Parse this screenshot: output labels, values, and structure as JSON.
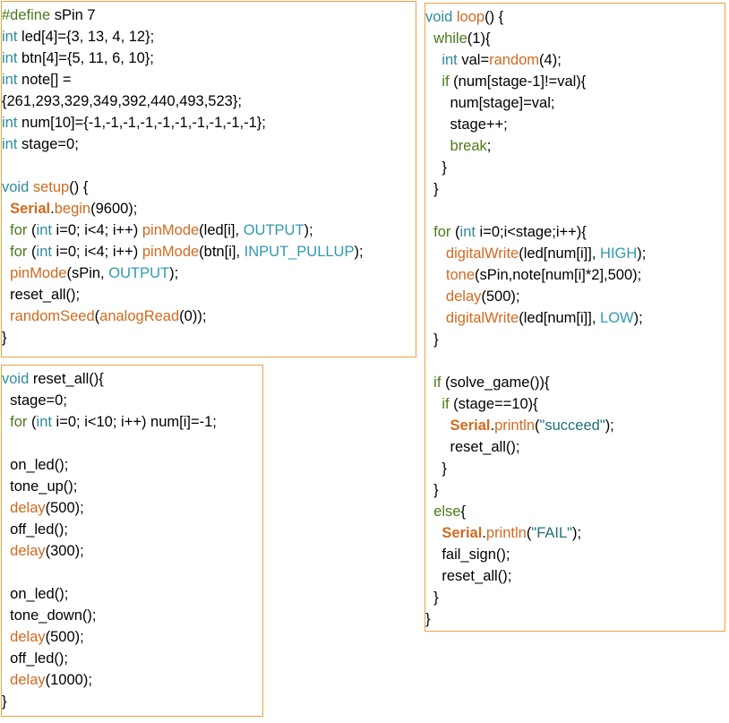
{
  "code_blocks": [
    {
      "id": "globals",
      "lines": [
        [
          [
            "pre",
            "#define"
          ],
          [
            "plain",
            " sPin 7"
          ]
        ],
        [
          [
            "type",
            "int"
          ],
          [
            "plain",
            " led[4]={3, 13, 4, 12};"
          ]
        ],
        [
          [
            "type",
            "int"
          ],
          [
            "plain",
            " btn[4]={5, 11, 6, 10};"
          ]
        ],
        [
          [
            "type",
            "int"
          ],
          [
            "plain",
            " note[] ="
          ]
        ],
        [
          [
            "plain",
            "{261,293,329,349,392,440,493,523};"
          ]
        ],
        [
          [
            "type",
            "int"
          ],
          [
            "plain",
            " num[10]={-1,-1,-1,-1,-1,-1,-1,-1,-1,-1};"
          ]
        ],
        [
          [
            "type",
            "int"
          ],
          [
            "plain",
            " stage=0;"
          ]
        ],
        [],
        [
          [
            "type",
            "void"
          ],
          [
            "plain",
            " "
          ],
          [
            "func",
            "setup"
          ],
          [
            "plain",
            "() {"
          ]
        ],
        [
          [
            "plain",
            "  "
          ],
          [
            "obj",
            "Serial"
          ],
          [
            "plain",
            "."
          ],
          [
            "func",
            "begin"
          ],
          [
            "plain",
            "(9600);"
          ]
        ],
        [
          [
            "plain",
            "  "
          ],
          [
            "ctrl",
            "for"
          ],
          [
            "plain",
            " ("
          ],
          [
            "type",
            "int"
          ],
          [
            "plain",
            " i=0; i<4; i++) "
          ],
          [
            "func",
            "pinMode"
          ],
          [
            "plain",
            "(led[i], "
          ],
          [
            "const",
            "OUTPUT"
          ],
          [
            "plain",
            ");"
          ]
        ],
        [
          [
            "plain",
            "  "
          ],
          [
            "ctrl",
            "for"
          ],
          [
            "plain",
            " ("
          ],
          [
            "type",
            "int"
          ],
          [
            "plain",
            " i=0; i<4; i++) "
          ],
          [
            "func",
            "pinMode"
          ],
          [
            "plain",
            "(btn[i], "
          ],
          [
            "const",
            "INPUT_PULLUP"
          ],
          [
            "plain",
            ");"
          ]
        ],
        [
          [
            "plain",
            "  "
          ],
          [
            "func",
            "pinMode"
          ],
          [
            "plain",
            "(sPin, "
          ],
          [
            "const",
            "OUTPUT"
          ],
          [
            "plain",
            ");"
          ]
        ],
        [
          [
            "plain",
            "  reset_all();"
          ]
        ],
        [
          [
            "plain",
            "  "
          ],
          [
            "func",
            "randomSeed"
          ],
          [
            "plain",
            "("
          ],
          [
            "func",
            "analogRead"
          ],
          [
            "plain",
            "(0));"
          ]
        ],
        [
          [
            "plain",
            "}"
          ]
        ]
      ]
    },
    {
      "id": "reset",
      "lines": [
        [
          [
            "type",
            "void"
          ],
          [
            "plain",
            " reset_all(){"
          ]
        ],
        [
          [
            "plain",
            "  stage=0;"
          ]
        ],
        [
          [
            "plain",
            "  "
          ],
          [
            "ctrl",
            "for"
          ],
          [
            "plain",
            " ("
          ],
          [
            "type",
            "int"
          ],
          [
            "plain",
            " i=0; i<10; i++) num[i]=-1;"
          ]
        ],
        [],
        [
          [
            "plain",
            "  on_led();"
          ]
        ],
        [
          [
            "plain",
            "  tone_up();"
          ]
        ],
        [
          [
            "plain",
            "  "
          ],
          [
            "func",
            "delay"
          ],
          [
            "plain",
            "(500);"
          ]
        ],
        [
          [
            "plain",
            "  off_led();"
          ]
        ],
        [
          [
            "plain",
            "  "
          ],
          [
            "func",
            "delay"
          ],
          [
            "plain",
            "(300);"
          ]
        ],
        [],
        [
          [
            "plain",
            "  on_led();"
          ]
        ],
        [
          [
            "plain",
            "  tone_down();"
          ]
        ],
        [
          [
            "plain",
            "  "
          ],
          [
            "func",
            "delay"
          ],
          [
            "plain",
            "(500);"
          ]
        ],
        [
          [
            "plain",
            "  off_led();"
          ]
        ],
        [
          [
            "plain",
            "  "
          ],
          [
            "func",
            "delay"
          ],
          [
            "plain",
            "(1000);"
          ]
        ],
        [
          [
            "plain",
            "}"
          ]
        ]
      ]
    },
    {
      "id": "loop",
      "lines": [
        [
          [
            "type",
            "void"
          ],
          [
            "plain",
            " "
          ],
          [
            "func",
            "loop"
          ],
          [
            "plain",
            "() {"
          ]
        ],
        [
          [
            "plain",
            "  "
          ],
          [
            "ctrl",
            "while"
          ],
          [
            "plain",
            "(1){"
          ]
        ],
        [
          [
            "plain",
            "    "
          ],
          [
            "type",
            "int"
          ],
          [
            "plain",
            " val="
          ],
          [
            "func",
            "random"
          ],
          [
            "plain",
            "(4);"
          ]
        ],
        [
          [
            "plain",
            "    "
          ],
          [
            "ctrl",
            "if"
          ],
          [
            "plain",
            " (num[stage-1]!=val){"
          ]
        ],
        [
          [
            "plain",
            "      num[stage]=val;"
          ]
        ],
        [
          [
            "plain",
            "      stage++;"
          ]
        ],
        [
          [
            "plain",
            "      "
          ],
          [
            "ctrl",
            "break"
          ],
          [
            "plain",
            ";"
          ]
        ],
        [
          [
            "plain",
            "    }"
          ]
        ],
        [
          [
            "plain",
            "  }"
          ]
        ],
        [],
        [
          [
            "plain",
            "  "
          ],
          [
            "ctrl",
            "for"
          ],
          [
            "plain",
            " ("
          ],
          [
            "type",
            "int"
          ],
          [
            "plain",
            " i=0;i<stage;i++){"
          ]
        ],
        [
          [
            "plain",
            "     "
          ],
          [
            "func",
            "digitalWrite"
          ],
          [
            "plain",
            "(led[num[i]], "
          ],
          [
            "const",
            "HIGH"
          ],
          [
            "plain",
            ");"
          ]
        ],
        [
          [
            "plain",
            "     "
          ],
          [
            "func",
            "tone"
          ],
          [
            "plain",
            "(sPin,note[num[i]*2],500);"
          ]
        ],
        [
          [
            "plain",
            "     "
          ],
          [
            "func",
            "delay"
          ],
          [
            "plain",
            "(500);"
          ]
        ],
        [
          [
            "plain",
            "     "
          ],
          [
            "func",
            "digitalWrite"
          ],
          [
            "plain",
            "(led[num[i]], "
          ],
          [
            "const",
            "LOW"
          ],
          [
            "plain",
            ");"
          ]
        ],
        [
          [
            "plain",
            "  }"
          ]
        ],
        [],
        [
          [
            "plain",
            "  "
          ],
          [
            "ctrl",
            "if"
          ],
          [
            "plain",
            " (solve_game()){"
          ]
        ],
        [
          [
            "plain",
            "    "
          ],
          [
            "ctrl",
            "if"
          ],
          [
            "plain",
            " (stage==10){"
          ]
        ],
        [
          [
            "plain",
            "      "
          ],
          [
            "obj",
            "Serial"
          ],
          [
            "plain",
            "."
          ],
          [
            "func",
            "println"
          ],
          [
            "plain",
            "("
          ],
          [
            "str",
            "\"succeed\""
          ],
          [
            "plain",
            ");"
          ]
        ],
        [
          [
            "plain",
            "      reset_all();"
          ]
        ],
        [
          [
            "plain",
            "    }"
          ]
        ],
        [
          [
            "plain",
            "  }"
          ]
        ],
        [
          [
            "plain",
            "  "
          ],
          [
            "ctrl",
            "else"
          ],
          [
            "plain",
            "{"
          ]
        ],
        [
          [
            "plain",
            "    "
          ],
          [
            "obj",
            "Serial"
          ],
          [
            "plain",
            "."
          ],
          [
            "func",
            "println"
          ],
          [
            "plain",
            "("
          ],
          [
            "str",
            "\"FAIL\""
          ],
          [
            "plain",
            ");"
          ]
        ],
        [
          [
            "plain",
            "    fail_sign();"
          ]
        ],
        [
          [
            "plain",
            "    reset_all();"
          ]
        ],
        [
          [
            "plain",
            "  }"
          ]
        ],
        [
          [
            "plain",
            "}"
          ]
        ]
      ]
    }
  ],
  "colors": {
    "border": "#f0a040",
    "keyword": "#2e8b9e",
    "function": "#d2691e",
    "constant": "#2e9ab0",
    "control": "#4b7a1a",
    "string": "#1f6f78"
  }
}
